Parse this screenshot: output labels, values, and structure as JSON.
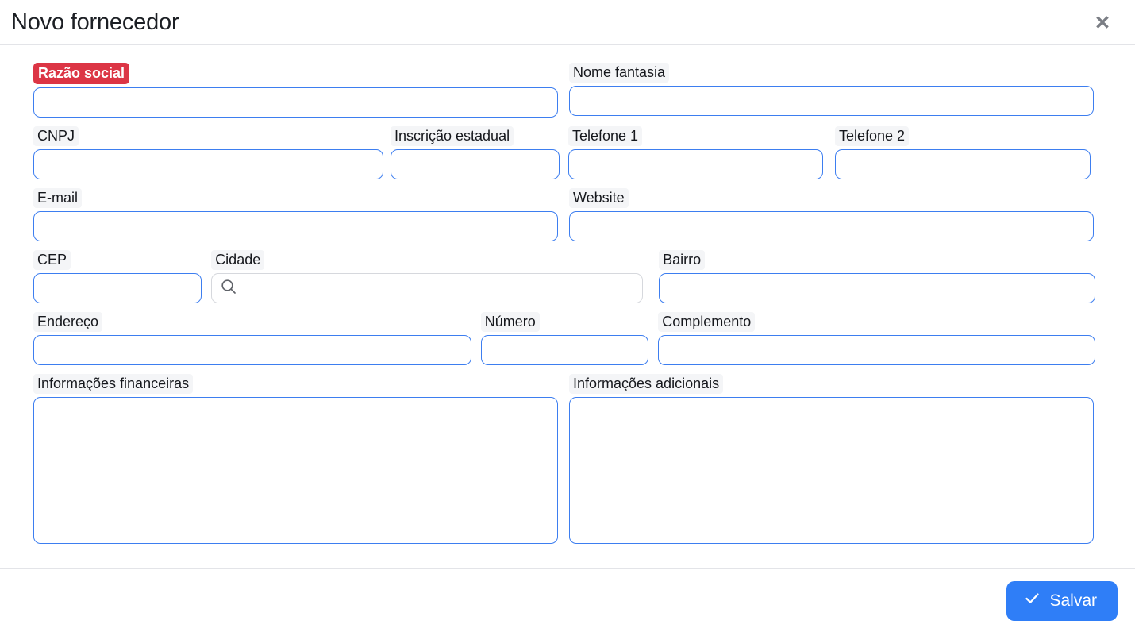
{
  "header": {
    "title": "Novo fornecedor",
    "close_icon": "close-icon"
  },
  "colors": {
    "accent_blue": "#2f7ef7",
    "input_border_blue": "#3d7ef0",
    "required_badge_red": "#dc3545",
    "label_chip_gray": "#f4f5f7",
    "divider_gray": "#e3e4e8",
    "search_border_gray": "#d6d8dd",
    "text_dark": "#16181d"
  },
  "form": {
    "rows": [
      {
        "fields": [
          {
            "label": "Razão social",
            "required": true,
            "value": "",
            "placeholder": "",
            "type": "text"
          },
          {
            "label": "Nome fantasia",
            "required": false,
            "value": "",
            "placeholder": "",
            "type": "text"
          }
        ]
      },
      {
        "fields": [
          {
            "label": "CNPJ",
            "required": false,
            "value": "",
            "placeholder": "",
            "type": "text"
          },
          {
            "label": "Inscrição estadual",
            "required": false,
            "value": "",
            "placeholder": "",
            "type": "text"
          },
          {
            "label": "Telefone 1",
            "required": false,
            "value": "",
            "placeholder": "",
            "type": "text"
          },
          {
            "label": "Telefone 2",
            "required": false,
            "value": "",
            "placeholder": "",
            "type": "text"
          }
        ]
      },
      {
        "fields": [
          {
            "label": "E-mail",
            "required": false,
            "value": "",
            "placeholder": "",
            "type": "text"
          },
          {
            "label": "Website",
            "required": false,
            "value": "",
            "placeholder": "",
            "type": "text"
          }
        ]
      },
      {
        "fields": [
          {
            "label": "CEP",
            "required": false,
            "value": "",
            "placeholder": "",
            "type": "text"
          },
          {
            "label": "Cidade",
            "required": false,
            "value": "",
            "placeholder": "",
            "type": "search",
            "icon": "search-icon"
          },
          {
            "label": "Bairro",
            "required": false,
            "value": "",
            "placeholder": "",
            "type": "text"
          }
        ]
      },
      {
        "fields": [
          {
            "label": "Endereço",
            "required": false,
            "value": "",
            "placeholder": "",
            "type": "text"
          },
          {
            "label": "Número",
            "required": false,
            "value": "",
            "placeholder": "",
            "type": "text"
          },
          {
            "label": "Complemento",
            "required": false,
            "value": "",
            "placeholder": "",
            "type": "text"
          }
        ]
      },
      {
        "fields": [
          {
            "label": "Informações financeiras",
            "required": false,
            "value": "",
            "placeholder": "",
            "type": "textarea"
          },
          {
            "label": "Informações adicionais",
            "required": false,
            "value": "",
            "placeholder": "",
            "type": "textarea"
          }
        ]
      }
    ]
  },
  "footer": {
    "save_label": "Salvar",
    "save_icon": "check-icon"
  }
}
